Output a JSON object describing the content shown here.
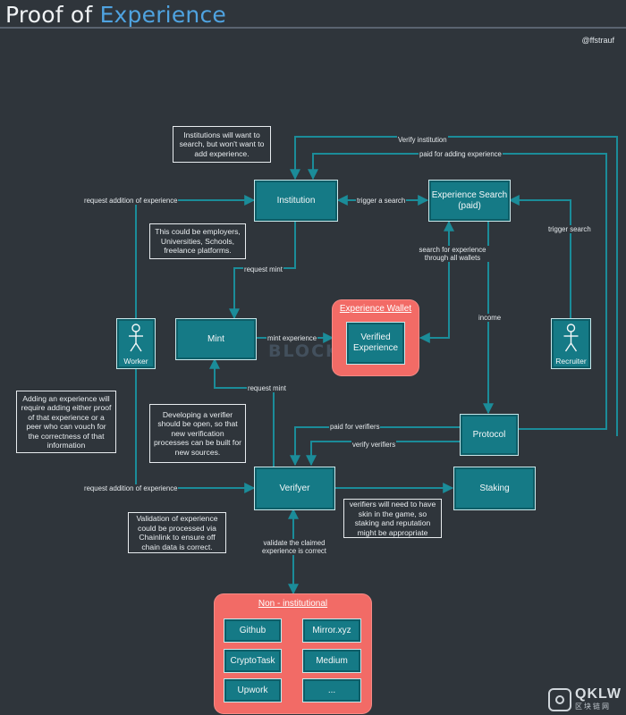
{
  "header": {
    "title_main": "Proof of",
    "title_accent": "Experience",
    "author": "@ffstrauf"
  },
  "nodes": {
    "institution": "Institution",
    "experience_search": "Experience Search (paid)",
    "mint": "Mint",
    "verified_experience": "Verified Experience",
    "protocol": "Protocol",
    "verifyer": "Verifyer",
    "staking": "Staking",
    "worker": "Worker",
    "recruiter": "Recruiter"
  },
  "groups": {
    "experience_wallet": "Experience Wallet",
    "non_institutional": "Non - institutional"
  },
  "non_institutional_items": [
    "Github",
    "Mirror.xyz",
    "CryptoTask",
    "Medium",
    "Upwork",
    "..."
  ],
  "notes": {
    "institutions": "Institutions will want to search, but won't want to add experience.",
    "employers": "This could be employers, Universities, Schools, freelance platforms.",
    "adding": "Adding an experience will require adding either proof of that experience or a peer who can vouch for the correctness of that information",
    "developing": "Developing a verifier should be open, so that new verification processes can be built for new sources.",
    "validation": "Validation of experience could be processed via Chainlink to ensure off chain data is correct.",
    "verifiers_skin": "verifiers will need to have skin in the game, so staking and reputation might be appropriate"
  },
  "edge_labels": {
    "verify_institution": "Verify institution",
    "paid_for_adding": "paid for adding experience",
    "request_addition_top": "request addition of experience",
    "trigger_a_search": "trigger a search",
    "trigger_search": "trigger search",
    "search_for_experience": "search for experience through all wallets",
    "request_mint_top": "request mint",
    "income": "income",
    "mint_experience": "mint experience",
    "request_mint_bottom": "request mint",
    "paid_for_verifiers": "paid for verifiers",
    "verify_verifiers": "verify verifiers",
    "request_addition_bottom": "request addition of experience",
    "validate_claimed": "validate the claimed experience is correct"
  },
  "watermark": "BLOCKBEATS",
  "brand": {
    "name": "QKLW",
    "sub": "区块链网"
  },
  "colors": {
    "background": "#2f353b",
    "node": "#157a86",
    "wire": "#1b8c99",
    "group": "#f26b66",
    "accent": "#4fa3e0"
  }
}
